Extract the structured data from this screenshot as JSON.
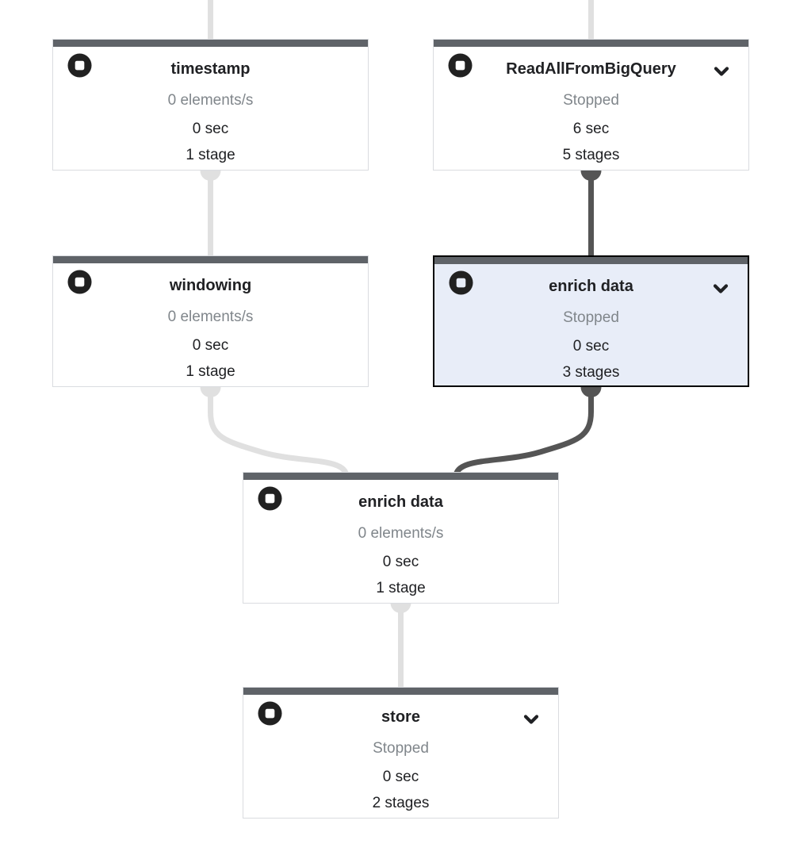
{
  "graph": {
    "nodes": [
      {
        "title": "timestamp",
        "throughput": "0 elements/s",
        "duration": "0 sec",
        "stages": "1 stage",
        "expandable": false,
        "selected": false
      },
      {
        "title": "ReadAllFromBigQuery",
        "status": "Stopped",
        "duration": "6 sec",
        "stages": "5 stages",
        "expandable": true,
        "selected": false
      },
      {
        "title": "windowing",
        "throughput": "0 elements/s",
        "duration": "0 sec",
        "stages": "1 stage",
        "expandable": false,
        "selected": false
      },
      {
        "title": "enrich data",
        "status": "Stopped",
        "duration": "0 sec",
        "stages": "3 stages",
        "expandable": true,
        "selected": true
      },
      {
        "title": "enrich data",
        "throughput": "0 elements/s",
        "duration": "0 sec",
        "stages": "1 stage",
        "expandable": false,
        "selected": false
      },
      {
        "title": "store",
        "status": "Stopped",
        "duration": "0 sec",
        "stages": "2 stages",
        "expandable": true,
        "selected": false
      }
    ],
    "edges": [
      {
        "from": "offscreen-top",
        "to": "timestamp",
        "state": "idle"
      },
      {
        "from": "offscreen-top",
        "to": "ReadAllFromBigQuery",
        "state": "idle"
      },
      {
        "from": "timestamp",
        "to": "windowing",
        "state": "idle"
      },
      {
        "from": "ReadAllFromBigQuery",
        "to": "enrich data",
        "state": "active"
      },
      {
        "from": "windowing",
        "to": "enrich data (merge)",
        "state": "idle"
      },
      {
        "from": "enrich data",
        "to": "enrich data (merge)",
        "state": "active"
      },
      {
        "from": "enrich data (merge)",
        "to": "store",
        "state": "idle"
      }
    ],
    "colors": {
      "node_topbar": "#5f6368",
      "node_border": "#dadce0",
      "selected_background": "#e8edf8",
      "selected_border": "#000000",
      "edge_idle": "#e0e0e0",
      "edge_active": "#555555",
      "text_primary": "#202124",
      "text_secondary": "#80868b",
      "icon": "#212121"
    }
  }
}
